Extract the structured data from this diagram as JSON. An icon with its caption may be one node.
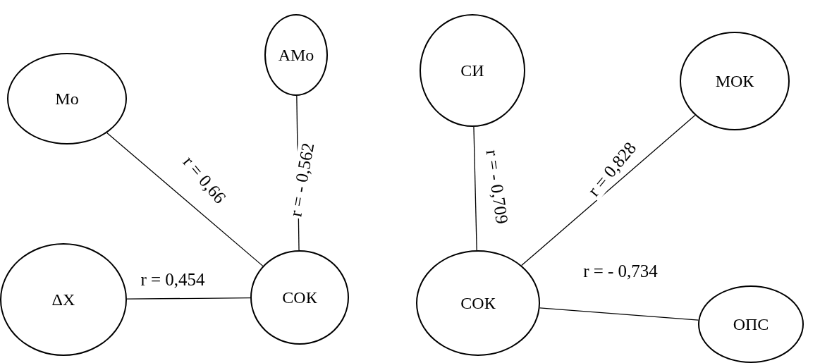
{
  "diagram": {
    "nodes": [
      {
        "text": [
          "Mo"
        ]
      },
      {
        "text": [
          "AMo"
        ]
      },
      {
        "text": [
          "СИ"
        ]
      },
      {
        "text": [
          "МОК"
        ]
      },
      {
        "text": [
          "ΔX"
        ]
      },
      {
        "text": [
          "СОК"
        ]
      },
      {
        "text": [
          "СОК"
        ]
      },
      {
        "text": [
          "ОПС"
        ]
      }
    ],
    "edges": [
      {
        "from": 0,
        "to": 5,
        "arrow": "none",
        "label": "r = 0,66"
      },
      {
        "from": 1,
        "to": 5,
        "arrow": "none",
        "label": "r = - 0,562"
      },
      {
        "from": 4,
        "to": 5,
        "arrow": "none",
        "label": "r = 0,454"
      },
      {
        "from": 2,
        "to": 6,
        "arrow": "none",
        "label": "r = - 0,709"
      },
      {
        "from": 3,
        "to": 6,
        "arrow": "none",
        "label": "r = 0,828"
      },
      {
        "from": 6,
        "to": 7,
        "arrow": "none",
        "label": "r = - 0,734"
      }
    ]
  }
}
